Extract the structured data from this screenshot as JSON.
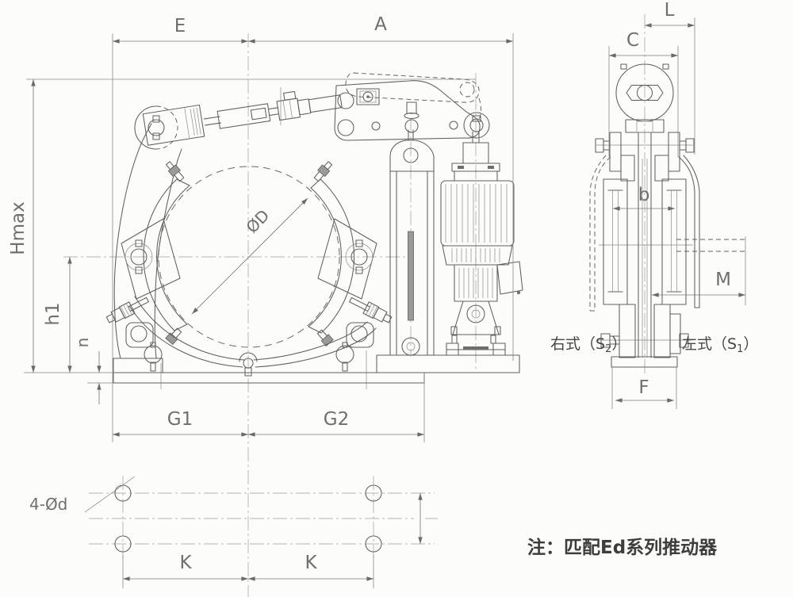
{
  "note": {
    "text": "注：匹配Ed系列推动器"
  },
  "main_view": {
    "dim_top_left": "E",
    "dim_top_right": "A",
    "dim_height_max": "Hmax",
    "dim_pin_height": "h1",
    "dim_base_thickness": "n",
    "dim_base_left": "G1",
    "dim_base_right": "G2",
    "drum_diameter": "ØD"
  },
  "side_view": {
    "dim_width_top": "C",
    "dim_offset_top": "L",
    "dim_shoe_width": "b",
    "dim_mount_offset": "M",
    "dim_foot_width": "F",
    "right_config": {
      "prefix": "右式（S",
      "sub": "2",
      "suffix": "）"
    },
    "left_config": {
      "prefix": "左式（S",
      "sub": "1",
      "suffix": "）"
    }
  },
  "bottom_view": {
    "holes_label": "4-Ød",
    "dim_k_left": "K",
    "dim_k_right": "K"
  },
  "colors": {
    "line": "#5f5f5f",
    "dim": "#7a7a7a",
    "background": "#fcfcf9",
    "label_text": "#6f6f6f",
    "note_text": "#3d3d3d"
  }
}
